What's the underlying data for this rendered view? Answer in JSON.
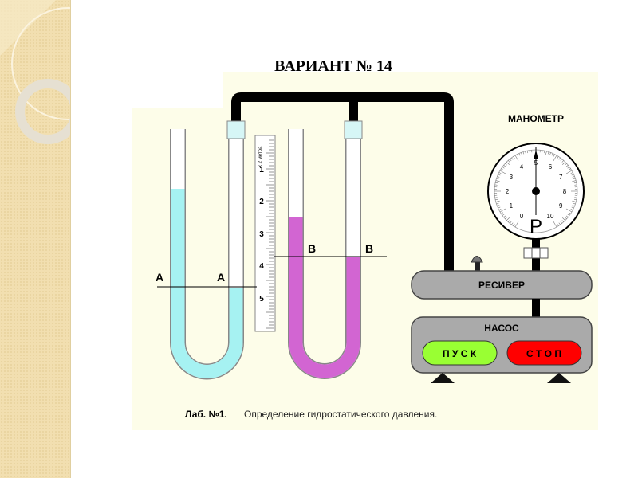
{
  "title": "ВАРИАНТ № 14",
  "manometer": {
    "label": "МАНОМЕТР",
    "scale": [
      "0",
      "1",
      "2",
      "3",
      "4",
      "5",
      "6",
      "7",
      "8",
      "9",
      "10"
    ],
    "symbol": "P",
    "reading": 5
  },
  "ruler": {
    "unit": "x 2 метра",
    "marks": [
      "1",
      "2",
      "3",
      "4",
      "5"
    ]
  },
  "levels": {
    "left_a": "А",
    "right_a": "А",
    "left_b": "В",
    "right_b": "В"
  },
  "receiver": {
    "label": "РЕСИВЕР"
  },
  "pump": {
    "label": "НАСОС",
    "start_label": "П У С К",
    "stop_label": "С Т О П"
  },
  "colors": {
    "water": "#a6f2f2",
    "liquid2": "#d265d2",
    "start": "#99ff33",
    "stop": "#ff0000",
    "body": "#aaaaaa"
  },
  "caption": {
    "lab": "Лаб. №1.",
    "text": "Определение гидростатического давления."
  }
}
